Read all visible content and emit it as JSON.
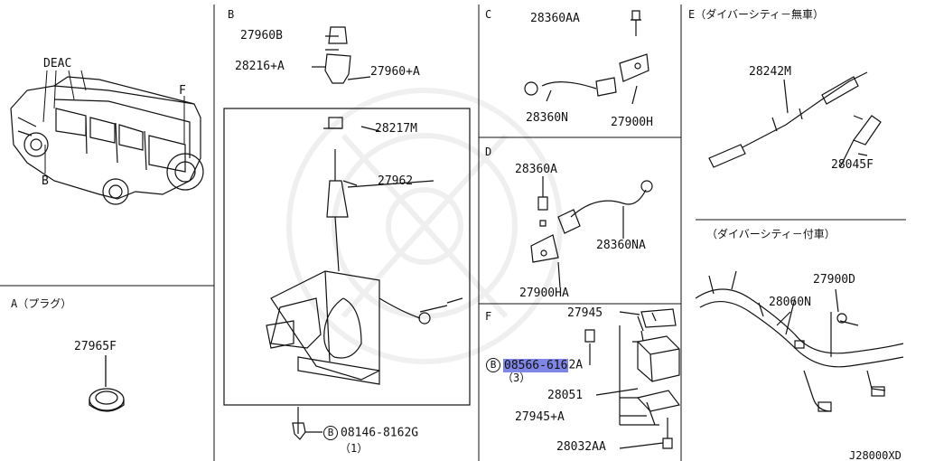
{
  "diagram": {
    "sections": {
      "b": "B",
      "c": "C",
      "d": "D",
      "e": "E（ダイバーシティ－無車）",
      "e_sub": "（ダイバーシティ－付車）",
      "a": "A（プラグ）",
      "f": "F"
    },
    "vehicle_markers": {
      "deac": "DEAC",
      "f": "F",
      "b": "B"
    },
    "parts": {
      "p27960b": "27960B",
      "p28216a": "28216+A",
      "p27960a": "27960+A",
      "p28217m": "28217M",
      "p27962": "27962",
      "p08146": "08146-8162G",
      "p08146_qty": "（1）",
      "p28360aa": "28360AA",
      "p28360n": "28360N",
      "p27900h": "27900H",
      "p28360a": "28360A",
      "p28360na": "28360NA",
      "p27900ha": "27900HA",
      "p28242m": "28242M",
      "p28045f": "28045F",
      "p27900d": "27900D",
      "p28060n": "28060N",
      "p27965f": "27965F",
      "p27945": "27945",
      "p08566_hl": "08566-616",
      "p08566_rest": "2A",
      "p08566_qty": "（3）",
      "p28051": "28051",
      "p27945a": "27945+A",
      "p28032aa": "28032AA",
      "bolt_symbol": "B"
    },
    "diagram_id": "J28000XD",
    "highlight_color": "#7f86e6"
  }
}
